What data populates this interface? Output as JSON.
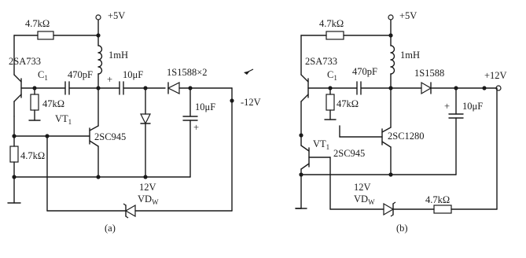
{
  "circuit_a": {
    "supply_pos": "+5V",
    "r_top": "4.7kΩ",
    "inductor": "1mH",
    "q1": "2SA733",
    "c1_name": "C",
    "c1_sub": "1",
    "c1_value": "470pF",
    "c2": "10μF",
    "diodes": "1S1588×2",
    "r_base": "47kΩ",
    "vt_name": "VT",
    "vt_sub": "1",
    "q2": "2SC945",
    "c3": "10μF",
    "out": "-12V",
    "r_bottom": "4.7kΩ",
    "zener_v": "12V",
    "zener_name": "VD",
    "zener_sub": "W",
    "caption": "(a)"
  },
  "circuit_b": {
    "supply_pos": "+5V",
    "r_top": "4.7kΩ",
    "inductor": "1mH",
    "q1": "2SA733",
    "c1_name": "C",
    "c1_sub": "1",
    "c1_value": "470pF",
    "diode": "1S1588",
    "out": "+12V",
    "r_base": "47kΩ",
    "c2": "10μF",
    "q3": "2SC1280",
    "vt_name": "VT",
    "vt_sub": "1",
    "q2": "2SC945",
    "zener_v": "12V",
    "zener_name": "VD",
    "zener_sub": "W",
    "r_fb": "4.7kΩ",
    "caption": "(b)"
  }
}
